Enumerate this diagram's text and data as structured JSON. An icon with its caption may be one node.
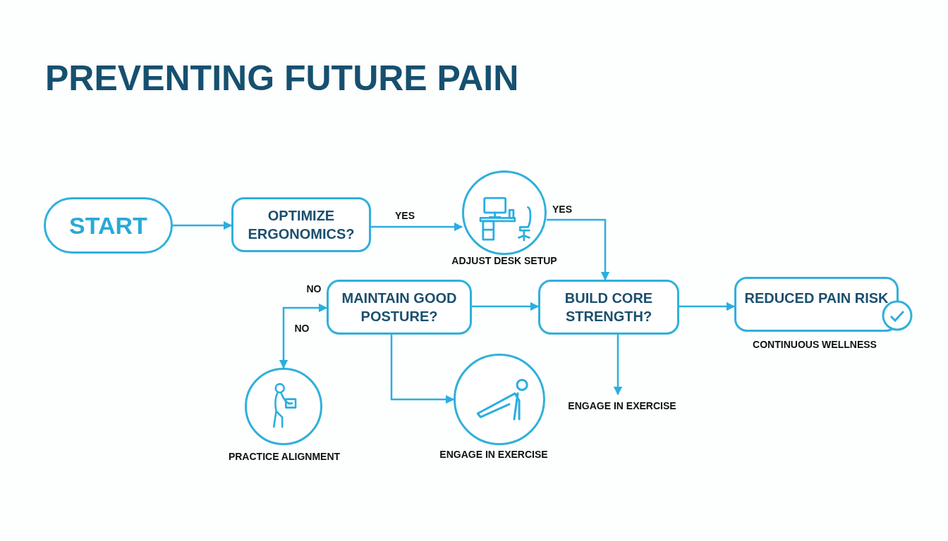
{
  "diagram": {
    "title": "PREVENTING FUTURE PAIN",
    "nodes": [
      {
        "text": [
          "START"
        ]
      },
      {
        "text": [
          "OPTIMIZE ERGONOMICS?"
        ]
      },
      {
        "text": [],
        "shape": "picture",
        "beside": [
          "ADJUST DESK SETUP"
        ]
      },
      {
        "text": [
          "MAINTAIN GOOD POSTURE?"
        ]
      },
      {
        "text": [
          "BUILD CORE STRENGTH?"
        ]
      },
      {
        "text": [
          "REDUCED PAIN RISK"
        ],
        "beside": [
          "CONTINUOUS WELLNESS"
        ]
      },
      {
        "text": [],
        "shape": "picture",
        "beside": [
          "PRACTICE ALIGNMENT"
        ]
      },
      {
        "text": [],
        "shape": "picture",
        "beside": [
          "ENGAGE IN EXERCISE"
        ]
      },
      {
        "text": [
          "ENGAGE IN EXERCISE"
        ]
      }
    ],
    "edges": [
      {
        "from": 0,
        "to": 1,
        "arrow": "to"
      },
      {
        "from": 1,
        "to": 2,
        "arrow": "to",
        "label": "YES"
      },
      {
        "from": 2,
        "to": 4,
        "arrow": "to",
        "label": "YES"
      },
      {
        "from": 3,
        "to": 4,
        "arrow": "to"
      },
      {
        "from": 4,
        "to": 5,
        "arrow": "to"
      },
      {
        "from": 6,
        "to": 3,
        "arrow": "both",
        "label": "NO"
      },
      {
        "from": 3,
        "to": 7,
        "arrow": "to"
      },
      {
        "from": 4,
        "to": 8,
        "arrow": "to"
      }
    ],
    "labels": [
      "NO"
    ]
  }
}
